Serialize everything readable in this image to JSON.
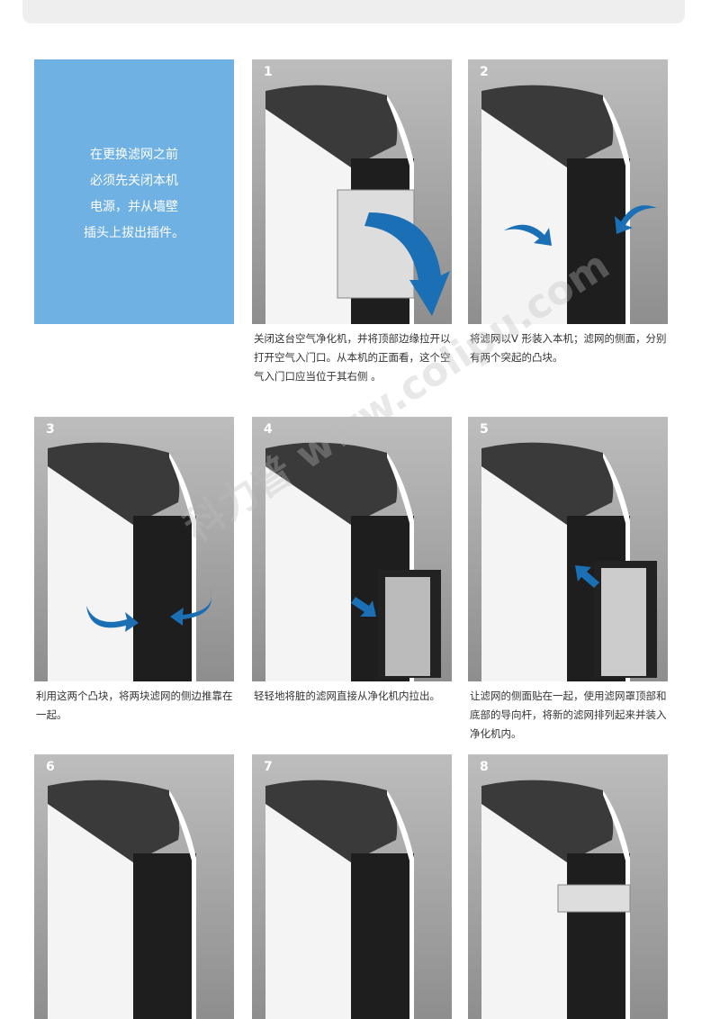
{
  "intro_lines": [
    "在更换滤网之前",
    "必须先关闭本机",
    "电源，并从墙壁",
    "插头上拔出插件。"
  ],
  "steps": [
    {
      "num": "1",
      "caption": "关闭这台空气净化机，并将顶部边缘拉开以打开空气入门口。从本机的正面看，这个空气入门口应当位于其右侧 。"
    },
    {
      "num": "2",
      "caption": "将滤网以V 形装入本机；滤网的侧面，分别有两个突起的凸块。"
    },
    {
      "num": "3",
      "caption": "利用这两个凸块，将两块滤网的侧边推靠在一起。"
    },
    {
      "num": "4",
      "caption": "轻轻地将脏的滤网直接从净化机内拉出。"
    },
    {
      "num": "5",
      "caption": "让滤网的侧面贴在一起，使用滤网罩顶部和底部的导向杆，将新的滤网排列起来并装入净化机内。"
    },
    {
      "num": "6",
      "caption": ""
    },
    {
      "num": "7",
      "caption": ""
    },
    {
      "num": "8",
      "caption": ""
    }
  ],
  "watermark": "科力普 www.colipu.com",
  "colors": {
    "intro_bg": "#6fb1e2",
    "arrow": "#1a6fb5"
  }
}
